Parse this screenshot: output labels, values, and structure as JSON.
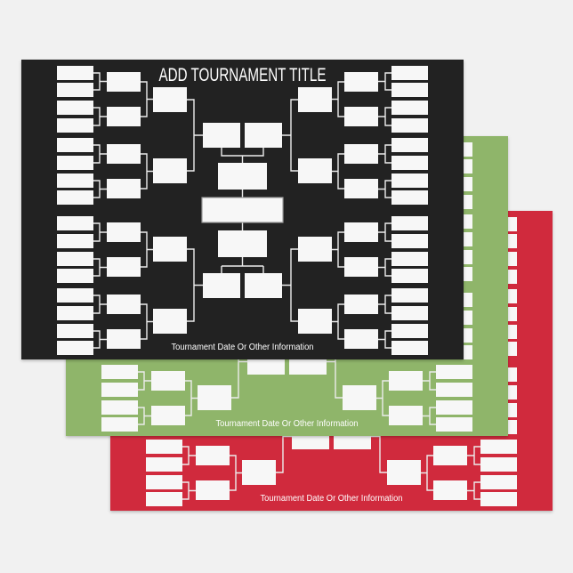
{
  "product": {
    "sheets": [
      {
        "name": "red",
        "color": "#d02a3c",
        "show_title": false
      },
      {
        "name": "green",
        "color": "#8fb56b",
        "show_title": false
      },
      {
        "name": "black",
        "color": "#232323",
        "show_title": true
      }
    ],
    "title": "ADD TOURNAMENT TITLE",
    "subtitle": "Tournament Date Or Other Information",
    "background_color": "#f1f1f1"
  }
}
